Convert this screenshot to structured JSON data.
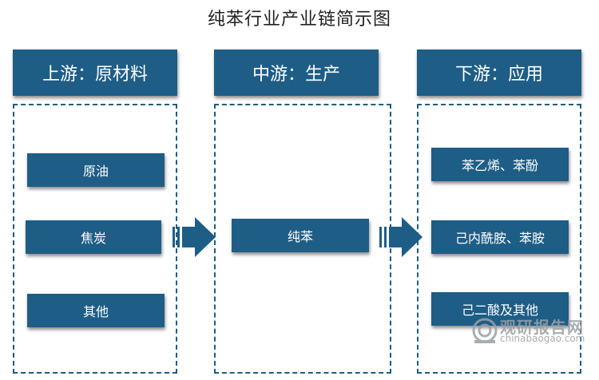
{
  "title": "纯苯行业产业链简示图",
  "stages": [
    {
      "header": "上游：原材料",
      "items": [
        "原油",
        "焦炭",
        "其他"
      ]
    },
    {
      "header": "中游：生产",
      "items": [
        "纯苯"
      ]
    },
    {
      "header": "下游：应用",
      "items": [
        "苯乙烯、苯酚",
        "己内酰胺、苯胺",
        "己二酸及其他"
      ]
    }
  ],
  "watermark": {
    "cn": "观研报告网",
    "en": "chinabaogao.com"
  },
  "colors": {
    "primary": "#1e5d86",
    "accent_blue": "#1e5d86"
  }
}
